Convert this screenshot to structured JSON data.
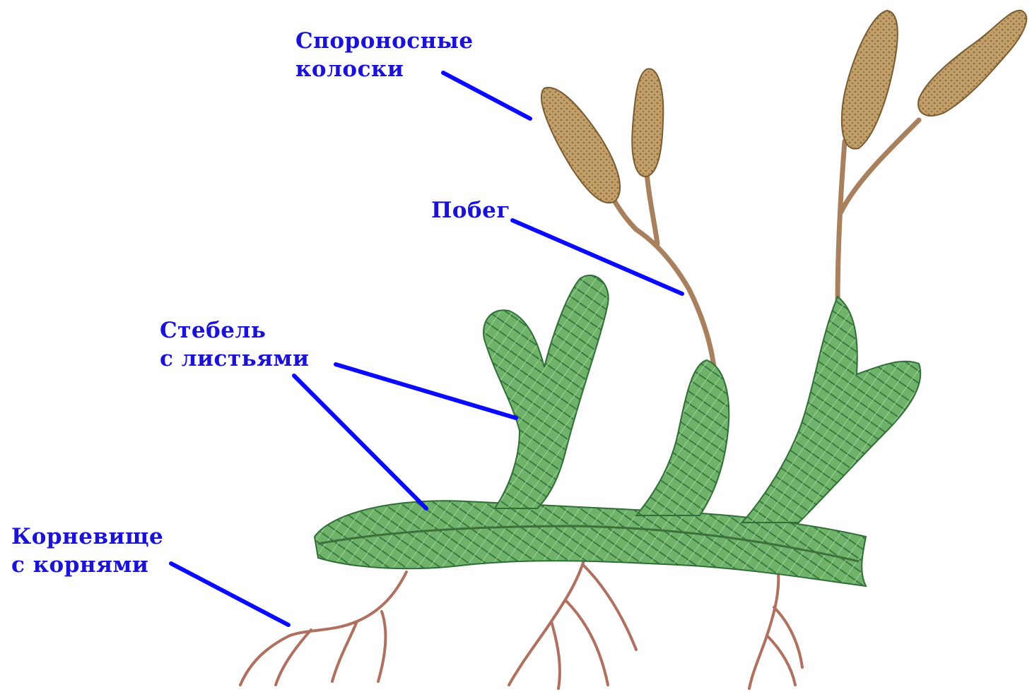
{
  "labels": {
    "spore_cones": {
      "line1": "Спороносные",
      "line2": "колоски"
    },
    "shoot": {
      "line1": "Побег"
    },
    "stem": {
      "line1": "Стебель",
      "line2": "с листьями"
    },
    "rhizome": {
      "line1": "Корневище",
      "line2": "с корнями"
    }
  },
  "colors": {
    "label_text": "#1a12d6",
    "leader_line": "#0a0aff",
    "foliage": "#4f9a4c",
    "cone": "#b79660",
    "stalk": "#a8805e",
    "root": "#b07060"
  }
}
